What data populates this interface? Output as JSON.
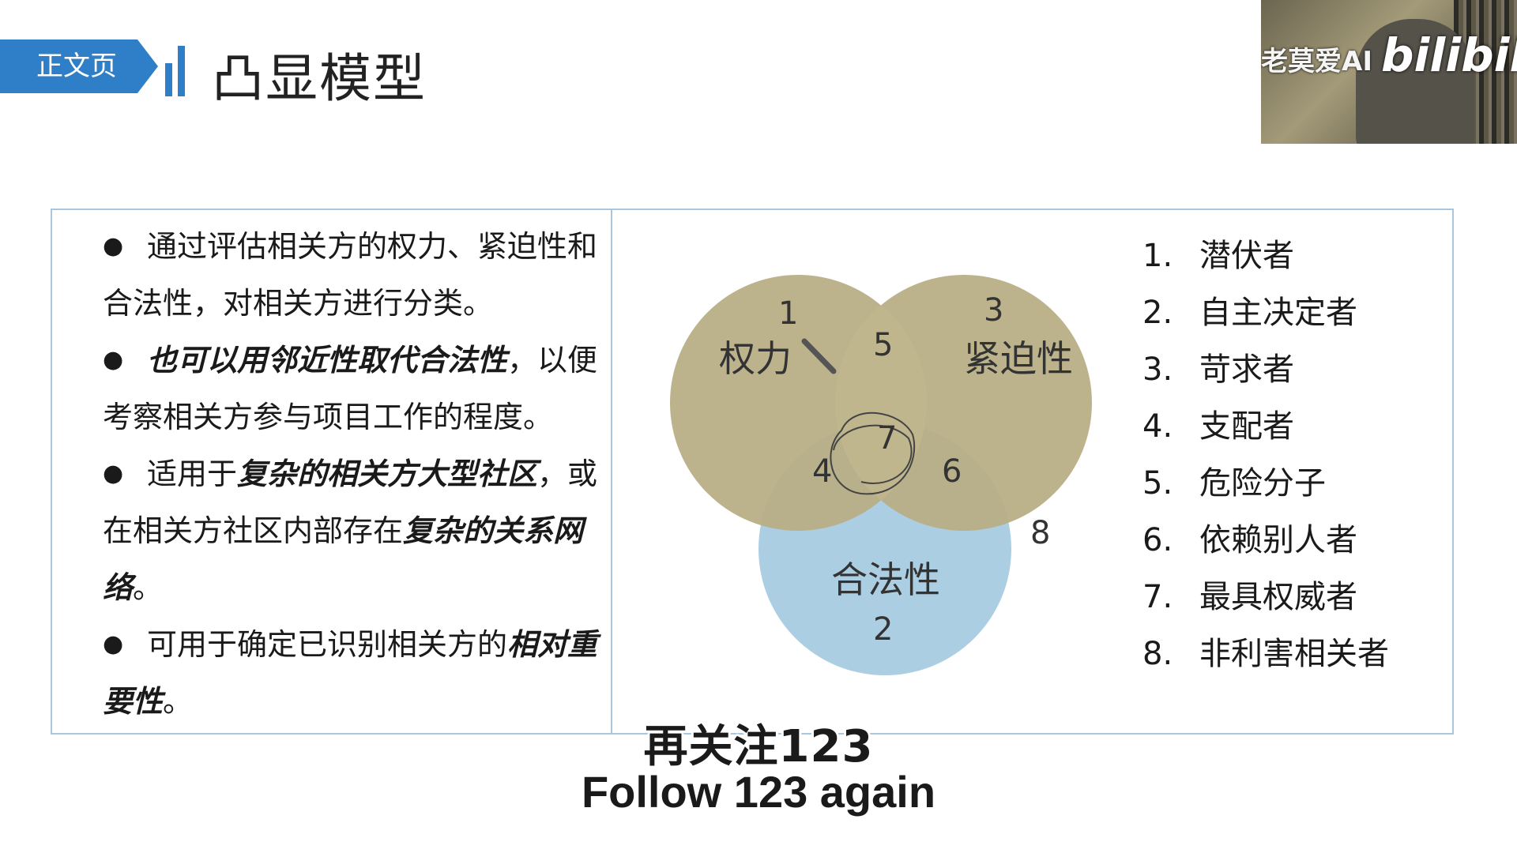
{
  "header": {
    "tag_label": "正文页",
    "title": "凸显模型",
    "accent_color": "#2f7fc8"
  },
  "webcam": {
    "watermark": "老莫爱AI",
    "logo": "bilibili"
  },
  "bullets": [
    {
      "segments": [
        {
          "text": "通过评估相关方的权力、紧迫性和合法性，对相关方进行分类。",
          "emphasis": false
        }
      ]
    },
    {
      "segments": [
        {
          "text": "也可以用邻近性取代合法性",
          "emphasis": true
        },
        {
          "text": "，以便考察相关方参与项目工作的程度。",
          "emphasis": false
        }
      ]
    },
    {
      "segments": [
        {
          "text": "适用于",
          "emphasis": false
        },
        {
          "text": "复杂的相关方大型社区",
          "emphasis": true
        },
        {
          "text": "，或在相关方社区内部存在",
          "emphasis": false
        },
        {
          "text": "复杂的关系网络",
          "emphasis": true
        },
        {
          "text": "。",
          "emphasis": false
        }
      ]
    },
    {
      "segments": [
        {
          "text": "可用于确定已识别相关方的",
          "emphasis": false
        },
        {
          "text": "相对重要性",
          "emphasis": true
        },
        {
          "text": "。",
          "emphasis": false
        }
      ]
    }
  ],
  "venn": {
    "circles": {
      "power": {
        "label": "权力",
        "color": "#b8ae86"
      },
      "urgency": {
        "label": "紧迫性",
        "color": "#b8ae86"
      },
      "legitimacy": {
        "label": "合法性",
        "color": "#a8cbe0"
      }
    },
    "regions": {
      "r1": "1",
      "r2": "2",
      "r3": "3",
      "r4": "4",
      "r5": "5",
      "r6": "6",
      "r7": "7",
      "r8": "8"
    }
  },
  "legend": [
    {
      "num": "1.",
      "label": "潜伏者"
    },
    {
      "num": "2.",
      "label": "自主决定者"
    },
    {
      "num": "3.",
      "label": "苛求者"
    },
    {
      "num": "4.",
      "label": "支配者"
    },
    {
      "num": "5.",
      "label": "危险分子"
    },
    {
      "num": "6.",
      "label": "依赖别人者"
    },
    {
      "num": "7.",
      "label": "最具权威者"
    },
    {
      "num": "8.",
      "label": "非利害相关者"
    }
  ],
  "subtitles": {
    "chinese": "再关注123",
    "english": "Follow 123 again"
  }
}
